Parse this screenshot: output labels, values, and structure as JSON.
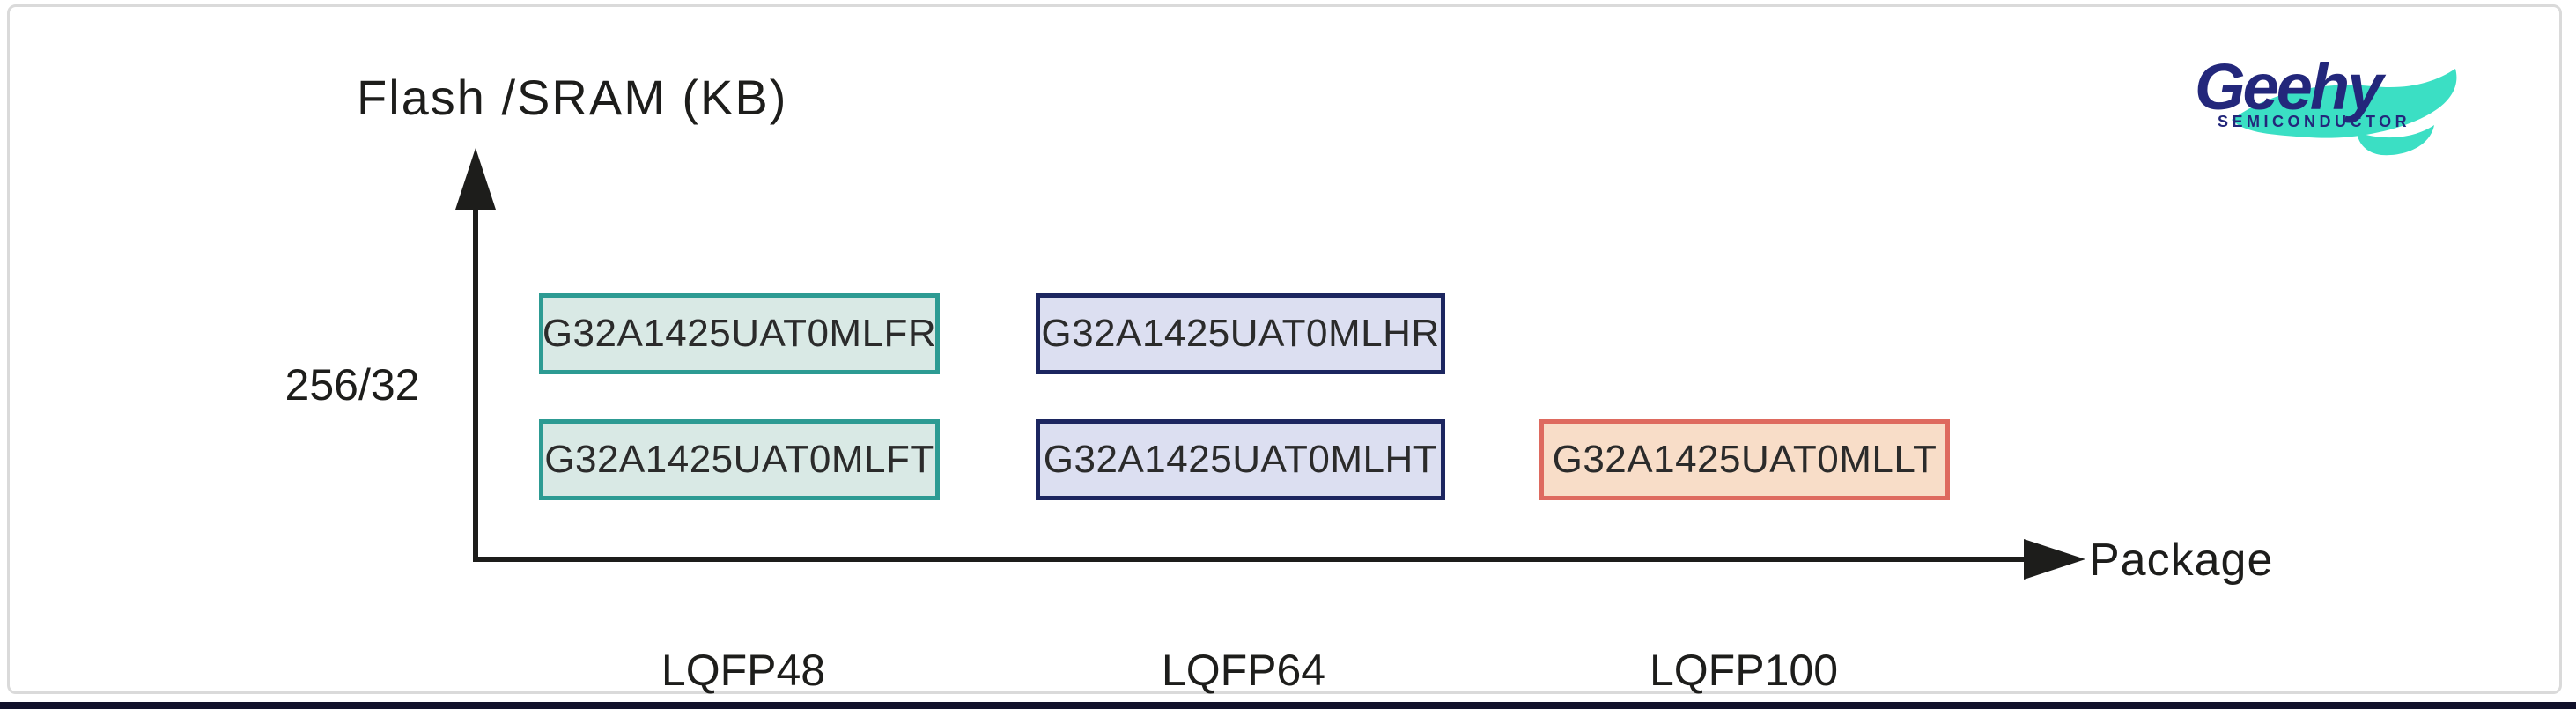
{
  "page": {
    "background": "#ffffff",
    "panel_border_color": "#dadada",
    "bottom_edge_color": "#11112a"
  },
  "logo": {
    "brand": "Geehy",
    "subtitle": "SEMICONDUCTOR",
    "brand_color": "#23277b",
    "swoosh_color": "#3bdfc4"
  },
  "chart_data": {
    "type": "scatter",
    "title": "",
    "ylabel": "Flash /SRAM (KB)",
    "xlabel": "Package",
    "x_categories": [
      "LQFP48",
      "LQFP64",
      "LQFP100"
    ],
    "y_categories": [
      "256/32"
    ],
    "axis_color": "#1d1d1b",
    "grid": false,
    "legend": "none",
    "themes": {
      "teal": {
        "border": "#2d9b93",
        "fill": "#d9e9e5"
      },
      "navy": {
        "border": "#1c2660",
        "fill": "#dcdff1"
      },
      "salmon": {
        "border": "#de6a5f",
        "fill": "#f8ddc8"
      }
    },
    "points": [
      {
        "label": "G32A1425UAT0MLFR",
        "x": "LQFP48",
        "y": "256/32",
        "row": 0,
        "col": 0,
        "theme": "teal"
      },
      {
        "label": "G32A1425UAT0MLHR",
        "x": "LQFP64",
        "y": "256/32",
        "row": 0,
        "col": 1,
        "theme": "navy"
      },
      {
        "label": "G32A1425UAT0MLFT",
        "x": "LQFP48",
        "y": "256/32",
        "row": 1,
        "col": 0,
        "theme": "teal"
      },
      {
        "label": "G32A1425UAT0MLHT",
        "x": "LQFP64",
        "y": "256/32",
        "row": 1,
        "col": 1,
        "theme": "navy"
      },
      {
        "label": "G32A1425UAT0MLLT",
        "x": "LQFP100",
        "y": "256/32",
        "row": 1,
        "col": 2,
        "theme": "salmon"
      }
    ]
  }
}
